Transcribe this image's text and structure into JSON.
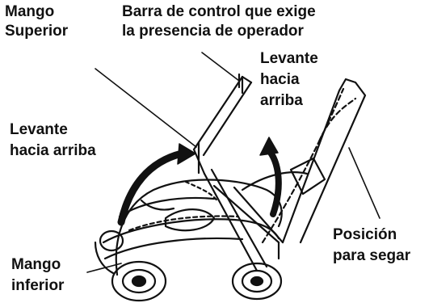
{
  "diagram": {
    "labels": {
      "upper_handle": [
        "Mango",
        "Superior"
      ],
      "control_bar": [
        "Barra de control que exige",
        "la presencia de operador"
      ],
      "lift_up_right": [
        "Levante",
        "hacia",
        "arriba"
      ],
      "lift_up_left": [
        "Levante",
        "hacia arriba"
      ],
      "mowing_position": [
        "Posición",
        "para segar"
      ],
      "lower_handle": [
        "Mango",
        "inferior"
      ]
    }
  }
}
